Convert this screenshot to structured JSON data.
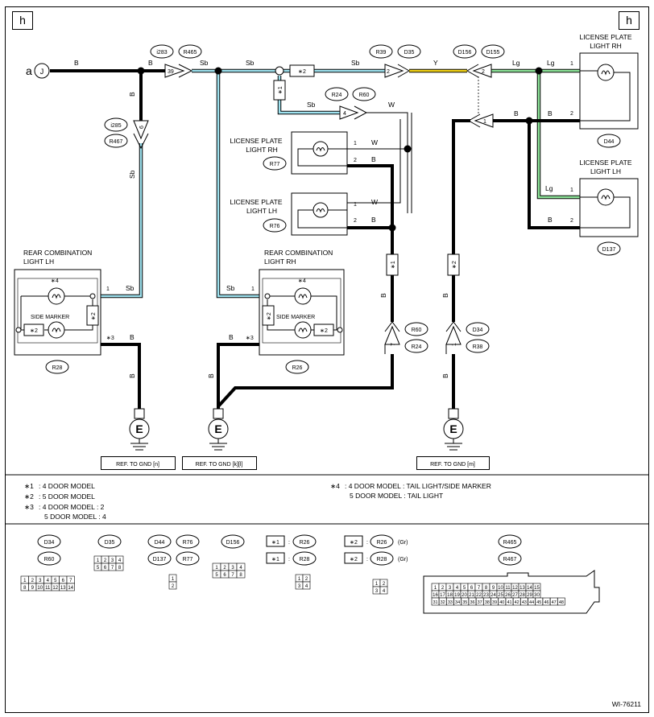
{
  "page": {
    "ref_code": "WI-76211",
    "page_tag": "h"
  },
  "wires": {
    "B": "B",
    "Sb": "Sb",
    "W": "W",
    "Y": "Y",
    "Lg": "Lg"
  },
  "start": {
    "letter": "a",
    "node": "J"
  },
  "connectors": {
    "i283": "i283",
    "R465": "R465",
    "i285": "i285",
    "R467": "R467",
    "R39": "R39",
    "D35": "D35",
    "D156": "D156",
    "D155": "D155",
    "R24": "R24",
    "R60": "R60",
    "R77": "R77",
    "R76": "R76",
    "R28": "R28",
    "R26": "R26",
    "D34": "D34",
    "R38": "R38",
    "D44": "D44",
    "D137": "D137"
  },
  "pins": {
    "p39": "39",
    "p6": "6",
    "p2": "2",
    "p1": "1",
    "p4": "4",
    "p7": "7",
    "p3": "3"
  },
  "marks": {
    "s1": "∗1",
    "s2": "∗2",
    "s3": "∗3",
    "s4": "∗4"
  },
  "components": {
    "lic_rh": [
      "LICENSE PLATE",
      "LIGHT RH"
    ],
    "lic_lh": [
      "LICENSE PLATE",
      "LIGHT LH"
    ],
    "rear_lh": [
      "REAR COMBINATION",
      "LIGHT LH"
    ],
    "rear_rh": [
      "REAR COMBINATION",
      "LIGHT RH"
    ],
    "side_marker": "SIDE MARKER"
  },
  "ground": {
    "symbol": "E",
    "refs": [
      "REF. TO GND [n]",
      "REF. TO GND [k][l]",
      "REF. TO GND [m]"
    ]
  },
  "notes": {
    "n1": {
      "mark": "∗1",
      "text": ": 4 DOOR MODEL"
    },
    "n2": {
      "mark": "∗2",
      "text": ": 5 DOOR MODEL"
    },
    "n3": {
      "mark": "∗3",
      "text": ": 4 DOOR MODEL  : 2",
      "cont": "5 DOOR MODEL  : 4"
    },
    "n4": {
      "mark": "∗4",
      "text": ": 4 DOOR MODEL : TAIL LIGHT/SIDE MARKER",
      "cont": "5 DOOR MODEL : TAIL LIGHT"
    }
  },
  "legend": {
    "colon": ":",
    "gr": "(Gr)",
    "g1": [
      "1",
      "2",
      "3",
      "4",
      "5",
      "6",
      "7",
      "8",
      "9",
      "10",
      "11",
      "12",
      "13",
      "14"
    ],
    "g2": [
      "1",
      "2",
      "3",
      "4",
      "5",
      "6",
      "7",
      "8"
    ],
    "g3": [
      "1",
      "2"
    ],
    "g4": [
      "1",
      "2",
      "3",
      "4",
      "5",
      "6",
      "7",
      "8"
    ],
    "g5": [
      "1",
      "2",
      "3",
      "4"
    ],
    "g6": [
      "1",
      "2",
      "3",
      "4"
    ],
    "g7a": [
      "1",
      "2",
      "3",
      "4",
      "5",
      "6",
      "7",
      "8",
      "9",
      "10",
      "11",
      "12",
      "13",
      "14",
      "15",
      "16",
      "17",
      "18",
      "19",
      "20",
      "21",
      "22",
      "23",
      "24",
      "25",
      "26",
      "27",
      "28",
      "29",
      "30"
    ],
    "g7b": [
      "31",
      "32",
      "33",
      "34",
      "35",
      "36",
      "37",
      "38",
      "39",
      "40",
      "41",
      "42",
      "43",
      "44",
      "45",
      "46",
      "47",
      "48"
    ]
  }
}
